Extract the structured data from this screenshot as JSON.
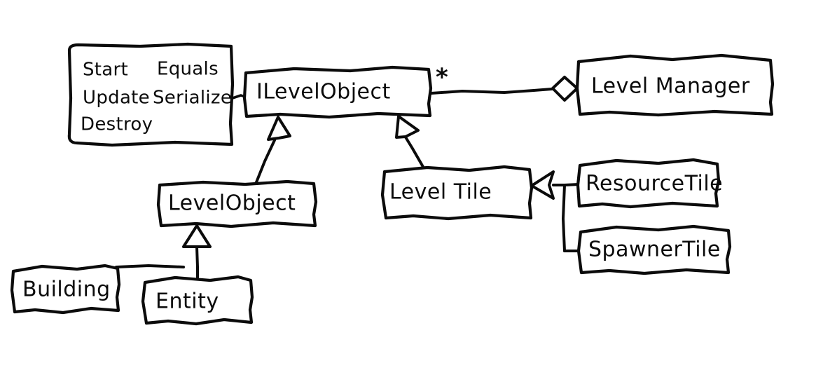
{
  "diagram": {
    "title": "Level system UML class diagram",
    "style": "hand-drawn whiteboard sketch",
    "background_color": "#ffffff",
    "stroke_color": "#0b0b0b"
  },
  "nodes": {
    "methods_note": {
      "kind": "note",
      "lines": [
        {
          "left": "Start",
          "right": "Equals"
        },
        {
          "left": "Update",
          "right": "Serialize"
        },
        {
          "left": "Destroy",
          "right": ""
        }
      ],
      "col1": {
        "l0": "Start",
        "l1": "Update",
        "l2": "Destroy"
      },
      "col2": {
        "l0": "Equals",
        "l1": "Serialize"
      }
    },
    "ilevelobject": {
      "kind": "interface",
      "label": "ILevelObject"
    },
    "levelmanager": {
      "kind": "class",
      "label": "Level Manager"
    },
    "levelobject": {
      "kind": "class",
      "label": "LevelObject"
    },
    "leveltile": {
      "kind": "class",
      "label": "Level Tile"
    },
    "resourcetile": {
      "kind": "class",
      "label": "ResourceTile"
    },
    "spawnertile": {
      "kind": "class",
      "label": "SpawnerTile"
    },
    "building": {
      "kind": "class",
      "label": "Building"
    },
    "entity": {
      "kind": "class",
      "label": "Entity"
    }
  },
  "edges": {
    "multiplicity_star": "*",
    "aggregation": {
      "from": "ilevelobject",
      "to": "levelmanager",
      "type": "aggregation",
      "marker": "hollow-diamond",
      "source_multiplicity": "*"
    },
    "generalizations": [
      {
        "from": "levelobject",
        "to": "ilevelobject",
        "marker": "hollow-triangle"
      },
      {
        "from": "leveltile",
        "to": "ilevelobject",
        "marker": "hollow-triangle"
      },
      {
        "from": "resourcetile",
        "to": "leveltile",
        "marker": "hollow-triangle"
      },
      {
        "from": "spawnertile",
        "to": "leveltile",
        "marker": "hollow-triangle"
      },
      {
        "from": "building",
        "to": "levelobject",
        "marker": "hollow-triangle"
      },
      {
        "from": "entity",
        "to": "levelobject",
        "marker": "hollow-triangle"
      }
    ],
    "note_link": {
      "from": "methods_note",
      "to": "ilevelobject",
      "type": "anchor-line"
    }
  }
}
